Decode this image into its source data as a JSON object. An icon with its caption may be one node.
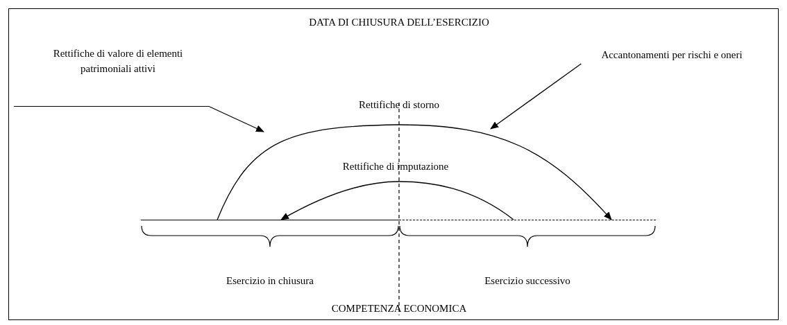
{
  "diagram": {
    "caption": "COMPETENZA ECONOMICA",
    "nodes": [
      {
        "text": [
          "Rettifiche di valore di elementi patrimoniali attivi"
        ]
      },
      {
        "text": [
          "Accantonamenti per rischi e oneri"
        ]
      },
      {
        "text": [
          "Esercizio in chiusura"
        ]
      },
      {
        "text": [
          "Esercizio successivo"
        ]
      }
    ],
    "edges": [
      {
        "from": 2,
        "to": 3,
        "arrow": "to",
        "label": "Rettifiche di storno"
      },
      {
        "from": 3,
        "to": 2,
        "arrow": "to",
        "label": "Rettifiche di imputazione"
      },
      {
        "from": 0,
        "to": null,
        "arrow": "to"
      },
      {
        "from": 1,
        "to": null,
        "arrow": "to"
      }
    ],
    "labels": [
      "DATA DI CHIUSURA DELL’ESERCIZIO"
    ]
  }
}
